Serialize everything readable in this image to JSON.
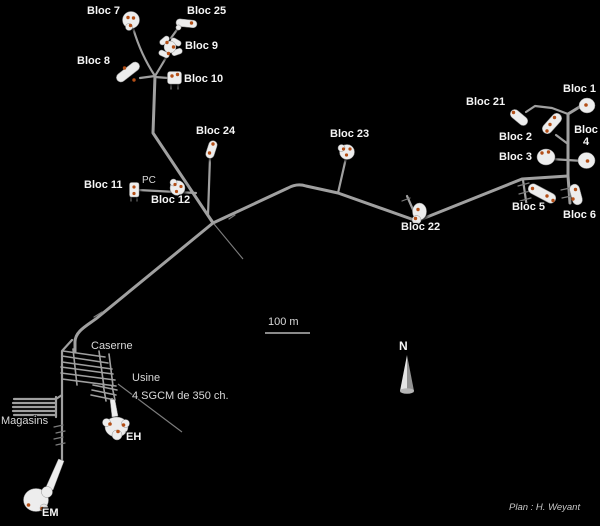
{
  "theme": {
    "background": "#000000",
    "gallery": "#a0a0a0",
    "gallery_dim": "#7d7d7d",
    "block_fill": "#ededed",
    "block_edge": "#8f8f8f",
    "embrasure": "#b44f17",
    "label": "#f5f5f5",
    "label_soft": "#d9d9d9",
    "credit_color": "#c8c8c8"
  },
  "labels": {
    "bloc1": "Bloc 1",
    "bloc2": "Bloc 2",
    "bloc3": "Bloc 3",
    "bloc4": "Bloc 4",
    "bloc5": "Bloc 5",
    "bloc6": "Bloc 6",
    "bloc7": "Bloc 7",
    "bloc8": "Bloc 8",
    "bloc9": "Bloc 9",
    "bloc10": "Bloc 10",
    "bloc11": "Bloc 11",
    "bloc12": "Bloc 12",
    "bloc21": "Bloc 21",
    "bloc22": "Bloc 22",
    "bloc23": "Bloc 23",
    "bloc24": "Bloc 24",
    "bloc25": "Bloc 25",
    "pc": "PC",
    "caserne": "Caserne",
    "usine": "Usine",
    "usine_detail": "4 SGCM de 350 ch.",
    "magasins": "Magasins",
    "eh": "EH",
    "em": "EM"
  },
  "legend": {
    "scale_label": "100 m",
    "north_label": "N"
  },
  "credit": "Plan : H. Weyant"
}
